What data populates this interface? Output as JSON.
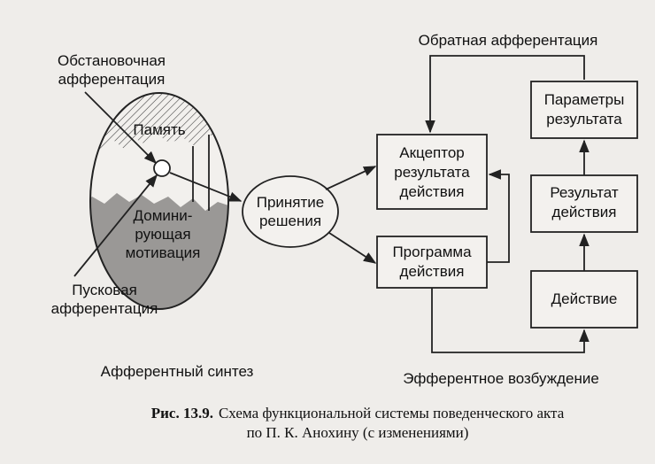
{
  "labels": {
    "situational_line1": "Обстановочная",
    "situational_line2": "афферентация",
    "memory": "Память",
    "motivation_line1": "Домини-",
    "motivation_line2": "рующая",
    "motivation_line3": "мотивация",
    "trigger_line1": "Пусковая",
    "trigger_line2": "афферентация",
    "afferent_synthesis": "Афферентный синтез",
    "decision_line1": "Принятие",
    "decision_line2": "решения",
    "acceptor_line1": "Акцептор",
    "acceptor_line2": "результата",
    "acceptor_line3": "действия",
    "program_line1": "Программа",
    "program_line2": "действия",
    "feedback": "Обратная афферентация",
    "params_line1": "Параметры",
    "params_line2": "результата",
    "result_line1": "Результат",
    "result_line2": "действия",
    "action": "Действие",
    "efferent": "Эфферентное возбуждение"
  },
  "caption": {
    "number": "Рис. 13.9.",
    "line1": "Схема  функциональной системы поведенческого акта",
    "line2": "по П. К. Анохину (с изменениями)"
  },
  "colors": {
    "background": "#efedea",
    "hatch_stroke": "#333333",
    "motivation_fill": "#9a9896",
    "line": "#222222"
  }
}
